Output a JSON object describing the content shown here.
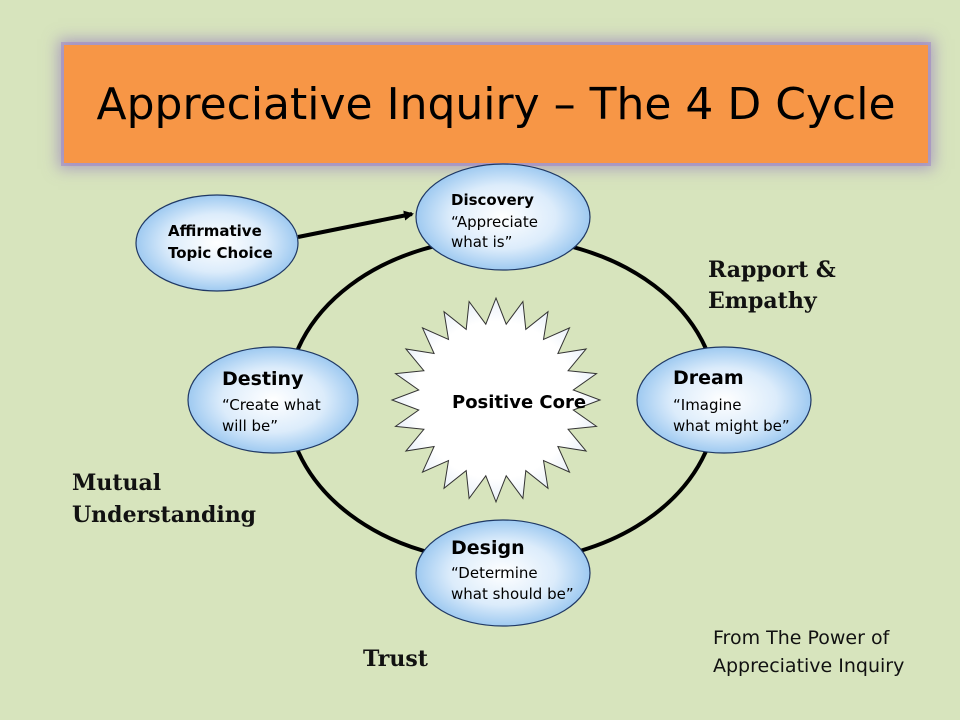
{
  "slide": {
    "title": "Appreciative Inquiry – The 4 D Cycle"
  },
  "nodes": {
    "affirmative": {
      "line1": "Affirmative",
      "line2": "Topic Choice"
    },
    "discovery": {
      "title": "Discovery",
      "line1": "“Appreciate",
      "line2": "what is”"
    },
    "dream": {
      "title": "Dream",
      "line1": "“Imagine",
      "line2": "what might be”"
    },
    "design": {
      "title": "Design",
      "line1": "“Determine",
      "line2": "what should be”"
    },
    "destiny": {
      "title": "Destiny",
      "line1": "“Create what",
      "line2": "will be”"
    },
    "core": {
      "label": "Positive Core"
    }
  },
  "labels": {
    "rapport_line1": "Rapport &",
    "rapport_line2": "Empathy",
    "mutual_line1": "Mutual",
    "mutual_line2": "Understanding",
    "trust": "Trust"
  },
  "source": {
    "line1": "From The Power of",
    "line2": "Appreciative Inquiry"
  },
  "colors": {
    "background": "#d7e4bd",
    "title_fill": "#f79646",
    "ellipse_fill_center": "#ffffff",
    "ellipse_fill_edge": "#8fc1ee",
    "outline": "#1f3864"
  }
}
